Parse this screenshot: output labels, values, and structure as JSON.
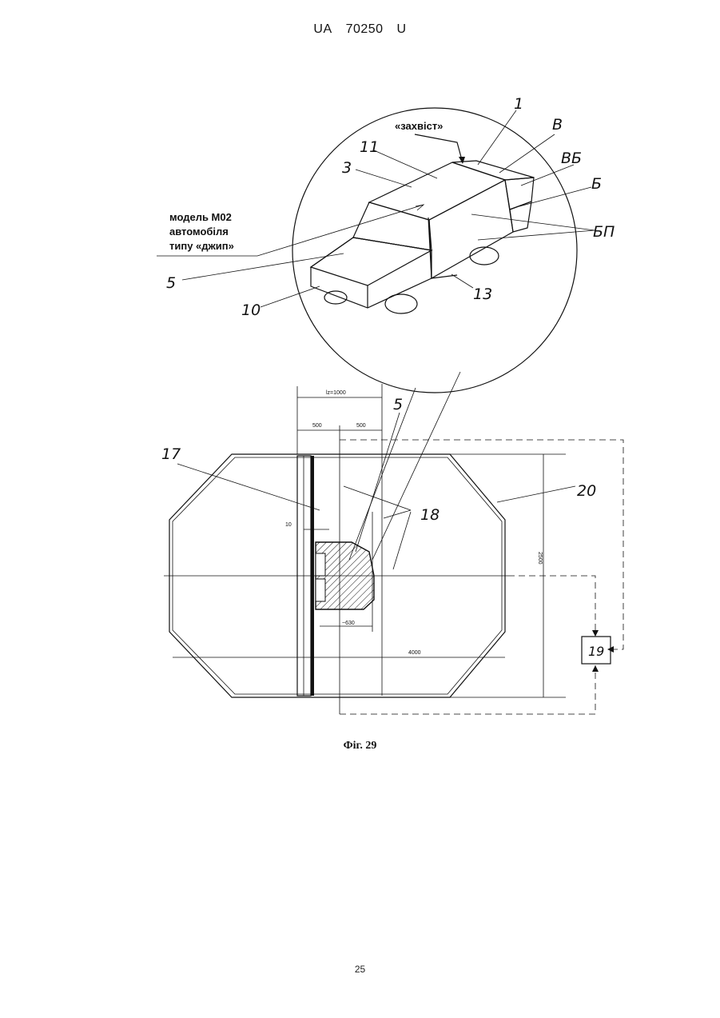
{
  "header": {
    "country": "UA",
    "number": "70250",
    "kind": "U"
  },
  "figure": {
    "caption": "Фіг. 29",
    "model_label": [
      "модель М02",
      "автомобіля",
      "типу «джип»"
    ],
    "tail_label": "«захвіст»",
    "refs": {
      "r1": "1",
      "rB": "В",
      "rBB": "ВБ",
      "rBe": "Б",
      "rBP": "БП",
      "r11": "11",
      "r3": "3",
      "r5a": "5",
      "r10": "10",
      "r13": "13",
      "r5b": "5",
      "r17": "17",
      "r18": "18",
      "r20": "20",
      "r19": "19"
    },
    "dims": {
      "lz": "lz=1000",
      "d500a": "500",
      "d500b": "500",
      "d10": "10",
      "d630": "~630",
      "d4000": "4000",
      "d2500": "2500"
    }
  },
  "footer": {
    "page": "25"
  }
}
